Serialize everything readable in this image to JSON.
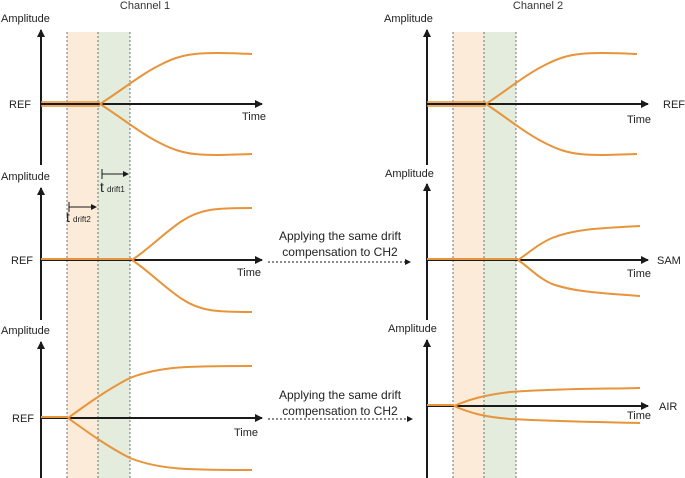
{
  "channels": {
    "ch1_title": "Channel 1",
    "ch2_title": "Channel 2"
  },
  "axis": {
    "amplitude": "Amplitude",
    "time": "Time"
  },
  "refs": {
    "ref": "REF",
    "sam": "SAM",
    "air": "AIR"
  },
  "drift": {
    "t1_main": "t",
    "t1_sub": "drift1",
    "t2_main": "t",
    "t2_sub": "drift2"
  },
  "notes": {
    "apply1_line1": "Applying the same drift",
    "apply1_line2": "compensation to CH2",
    "apply2_line1": "Applying the same drift",
    "apply2_line2": "compensation to CH2"
  },
  "colors": {
    "signal": "#E8943A",
    "band_orange": "#FCEBD9",
    "band_green": "#E3ECDD",
    "axis": "#1a1a1a"
  }
}
